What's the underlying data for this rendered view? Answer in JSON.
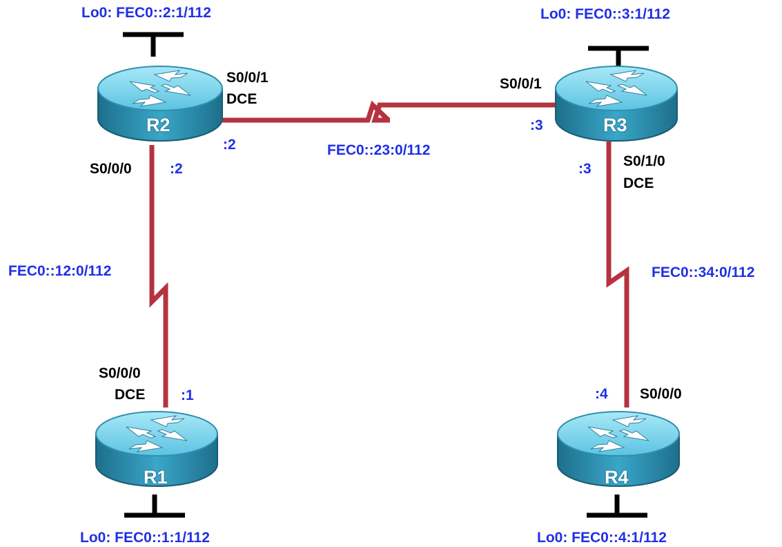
{
  "colors": {
    "link": "#b5323f",
    "address_text": "#1f2fe6",
    "interface_text": "#000000",
    "router_top": "#7fd8f0",
    "router_side": "#2a8fb0"
  },
  "routers": [
    {
      "name": "R2",
      "loopback": "Lo0: FEC0::2:1/112"
    },
    {
      "name": "R3",
      "loopback": "Lo0: FEC0::3:1/112"
    },
    {
      "name": "R1",
      "loopback": "Lo0: FEC0::1:1/112"
    },
    {
      "name": "R4",
      "loopback": "Lo0: FEC0::4:1/112"
    }
  ],
  "links": [
    {
      "network": "FEC0::23:0/112",
      "end_a": {
        "interface": "S0/0/1",
        "role": "DCE",
        "host": ":2"
      },
      "end_b": {
        "interface": "S0/0/1",
        "host": ":3"
      }
    },
    {
      "network": "FEC0::12:0/112",
      "end_a": {
        "interface": "S0/0/0",
        "host": ":2"
      },
      "end_b": {
        "interface": "S0/0/0",
        "role": "DCE",
        "host": ":1"
      }
    },
    {
      "network": "FEC0::34:0/112",
      "end_a": {
        "interface": "S0/1/0",
        "role": "DCE",
        "host": ":3"
      },
      "end_b": {
        "interface": "S0/0/0",
        "host": ":4"
      }
    }
  ]
}
